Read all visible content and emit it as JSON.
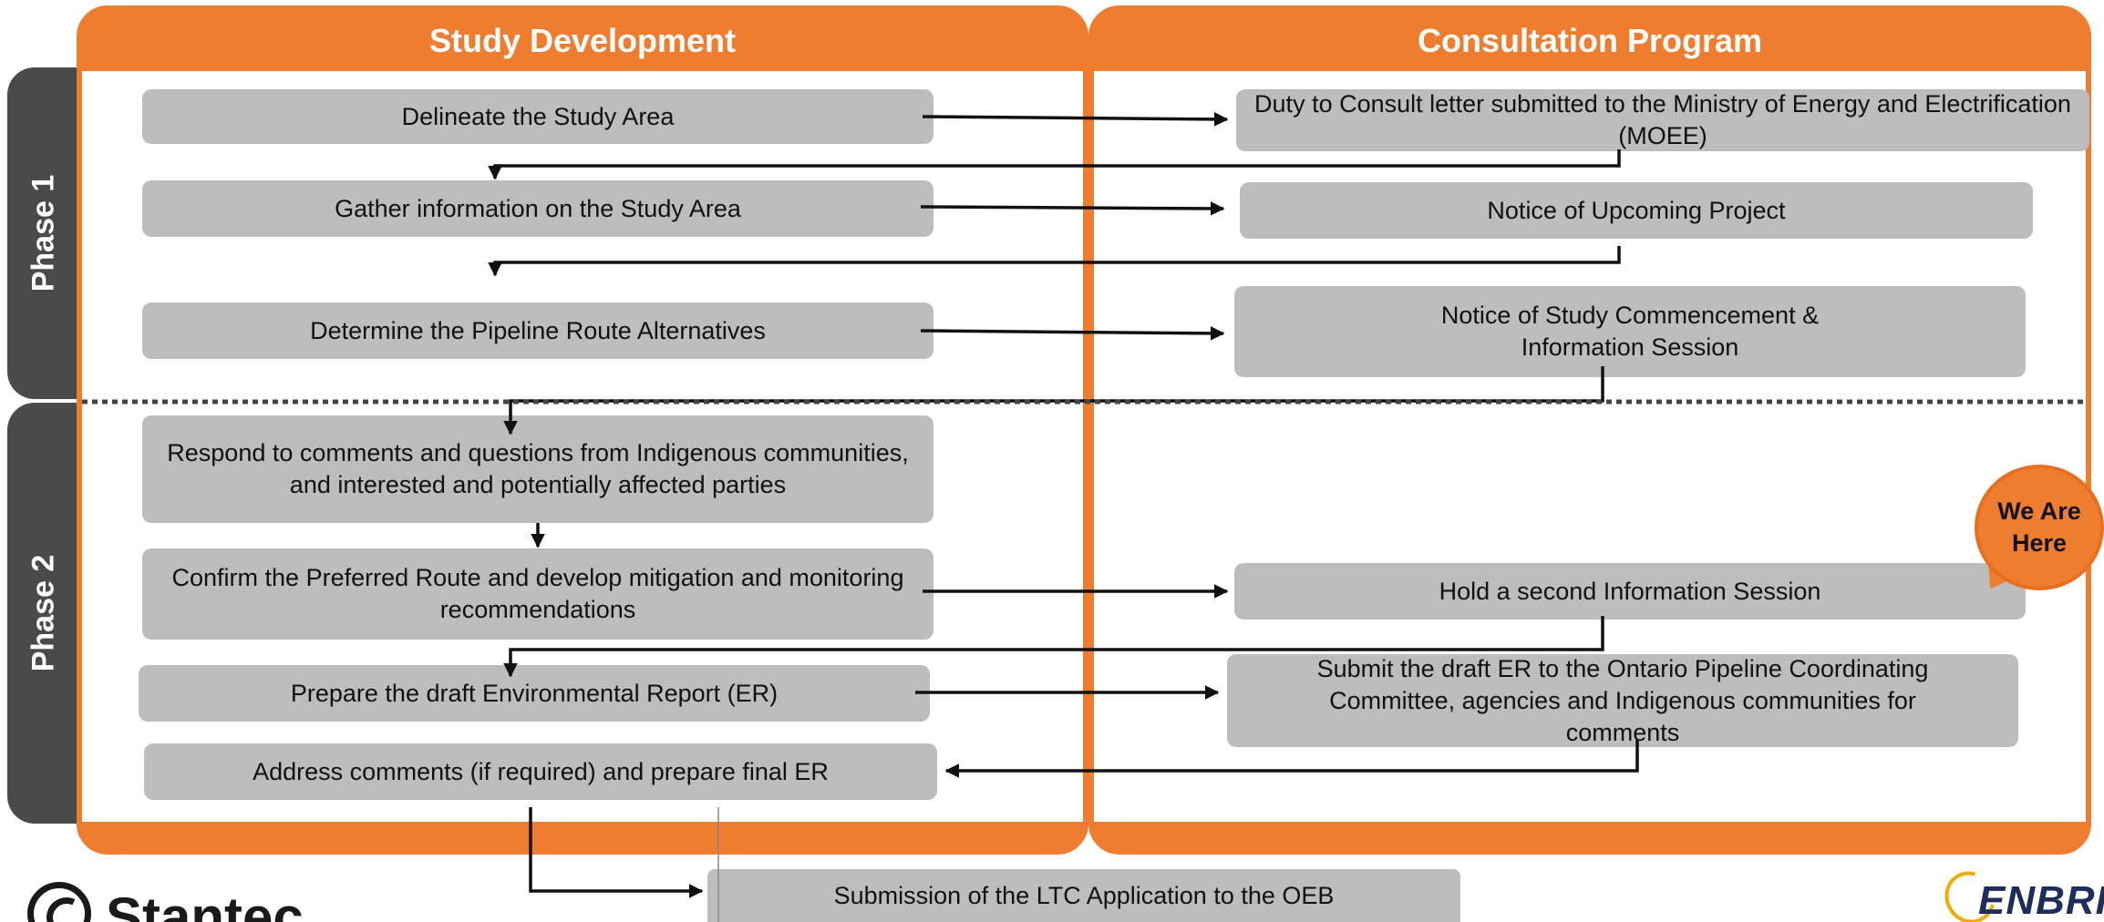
{
  "headers": {
    "left": "Study Development",
    "right": "Consultation Program"
  },
  "phases": {
    "phase1": "Phase 1",
    "phase2": "Phase 2"
  },
  "study_development": {
    "delineate": "Delineate the Study Area",
    "gather": "Gather information on the Study Area",
    "determine": "Determine the Pipeline Route Alternatives",
    "respond": "Respond to comments and questions from Indigenous communities, and interested and potentially affected parties",
    "confirm": "Confirm the Preferred Route and develop mitigation and monitoring recommendations",
    "prepare_draft": "Prepare the draft Environmental Report (ER)",
    "address": "Address comments (if required) and prepare final ER"
  },
  "consultation_program": {
    "duty": "Duty to Consult letter submitted to the Ministry of Energy and Electrification (MOEE)",
    "notice_upcoming": "Notice of Upcoming Project",
    "notice_study": "Notice of Study Commencement & Information Session",
    "second_session": "Hold a second Information Session",
    "submit_draft": "Submit the draft ER to the Ontario Pipeline Coordinating Committee, agencies and Indigenous communities for comments"
  },
  "final_step": "Submission of the LTC Application to the OEB",
  "callout": "We Are Here",
  "logos": {
    "left": "Stantec",
    "right": "ENBRIDGE"
  },
  "colors": {
    "accent": "#ee7d30",
    "phase_tab": "#4a4a4a",
    "box": "#bdbdbd"
  }
}
